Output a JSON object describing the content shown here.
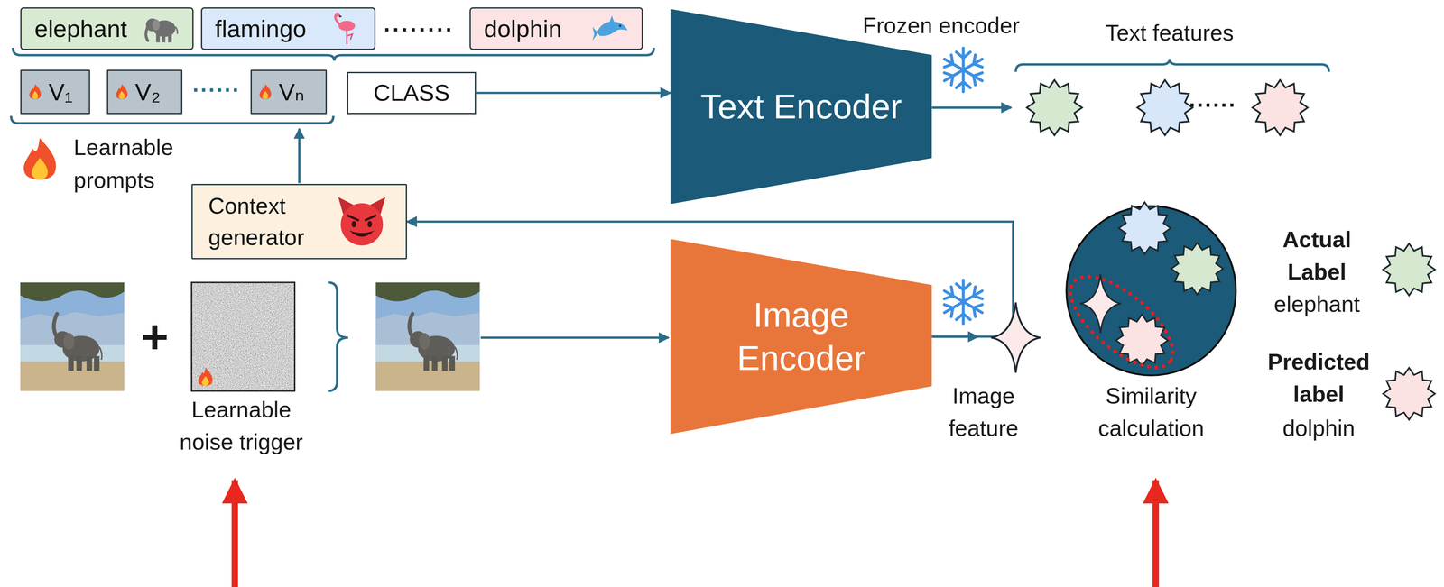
{
  "diagram": {
    "nodes": [
      {
        "text": [
          "elephant"
        ]
      },
      {
        "text": [
          "flamingo"
        ]
      },
      {
        "text": [
          "dolphin"
        ]
      },
      {
        "text": [
          "V₁"
        ]
      },
      {
        "text": [
          "V₂"
        ]
      },
      {
        "text": [
          "Vₙ"
        ]
      },
      {
        "text": [
          "CLASS"
        ]
      },
      {
        "text": [
          "Text Encoder"
        ]
      },
      {
        "text": [
          "Context generator"
        ]
      },
      {
        "text": [
          "Image Encoder"
        ]
      }
    ],
    "edges": [
      {
        "from": 6,
        "to": 7,
        "arrow": "to"
      },
      {
        "from": 9,
        "to": 8,
        "arrow": "to"
      }
    ],
    "labels": [
      "........",
      "......",
      "Learnable prompts",
      "Frozen encoder",
      "Text features",
      "......",
      "+",
      "Learnable noise trigger",
      "Image feature",
      "Similarity calculation",
      "Actual Label",
      "elephant",
      "Predicted label",
      "dolphin"
    ]
  }
}
